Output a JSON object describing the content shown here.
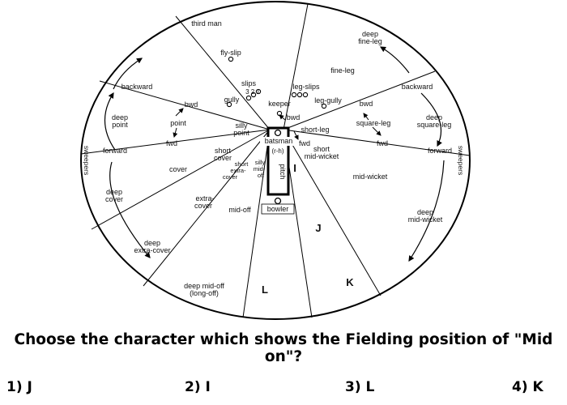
{
  "diagram": {
    "positions": {
      "third_man": "third man",
      "fly_slip": "fly-slip",
      "slips": "slips",
      "slip_numbers": "3 2 1",
      "gully": "gully",
      "keeper": "keeper",
      "leg_slips": "leg-slips",
      "leg_gully": "leg-gully",
      "deep_fine_leg": [
        "deep",
        "fine-leg"
      ],
      "fine_leg": "fine-leg",
      "backward_left": "backward",
      "backward_right": "backward",
      "deep_point": [
        "deep",
        "point"
      ],
      "forward_left": "forward",
      "forward_right": "forward",
      "sweepers_left": "sweepers",
      "sweepers_right": "sweepers",
      "bwd_point": "bwd",
      "point": "point",
      "fwd_point": "fwd",
      "silly_point": [
        "silly",
        "point"
      ],
      "short_cover": [
        "short",
        "cover"
      ],
      "short_extra_cover": [
        "short",
        "extra-",
        "cover"
      ],
      "silly_mid_off": [
        "silly",
        "mid-",
        "off"
      ],
      "cover": "cover",
      "deep_cover": [
        "deep",
        "cover"
      ],
      "extra_cover": [
        "extra-",
        "cover"
      ],
      "mid_off": "mid-off",
      "deep_extra_cover": [
        "deep",
        "extra-cover"
      ],
      "deep_mid_off": [
        "deep mid-off",
        "(long-off)"
      ],
      "bwd_short_leg": "bwd",
      "short_leg": "short-leg",
      "fwd_short_leg": "fwd",
      "short_mid_wicket": [
        "short",
        "mid-wicket"
      ],
      "bwd_square_leg": "bwd",
      "square_leg": "square-leg",
      "fwd_square_leg": "fwd",
      "deep_square_leg": [
        "deep",
        "square-leg"
      ],
      "mid_wicket": "mid-wicket",
      "deep_mid_wicket": [
        "deep",
        "mid-wicket"
      ],
      "batsman": "batsman",
      "rh": "(r-h)",
      "pitch": "pitch",
      "bowler": "bowler"
    },
    "markers": {
      "I": "I",
      "J": "J",
      "K": "K",
      "L": "L"
    }
  },
  "question": "Choose the character which shows the Fielding position of  \"Mid on\"?",
  "options": [
    {
      "label": "1) J"
    },
    {
      "label": "2) I"
    },
    {
      "label": "3) L"
    },
    {
      "label": "4) K"
    }
  ]
}
